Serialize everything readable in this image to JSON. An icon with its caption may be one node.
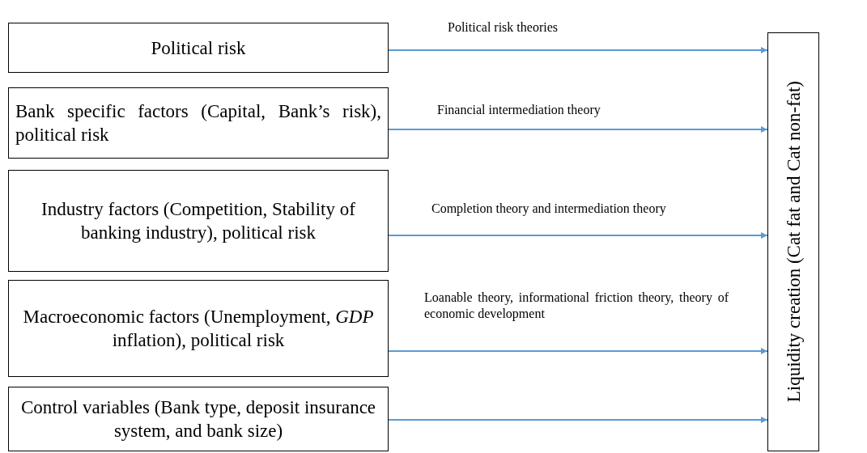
{
  "diagram": {
    "nodes": [
      {
        "text": [
          "Political risk"
        ]
      },
      {
        "text": [
          "Bank specific factors (Capital, Bank’s risk), political risk"
        ]
      },
      {
        "text": [
          "Industry factors (Competition, Stability of banking industry), political risk"
        ]
      },
      {
        "text": [
          "Macroeconomic factors (Unemployment, *GDP* inflation), political risk"
        ]
      },
      {
        "text": [
          "Control variables (Bank type, deposit insurance system, and bank size)"
        ]
      },
      {
        "text": [
          "Liquidity creation (Cat fat and Cat non-fat)"
        ]
      }
    ],
    "edges": [
      {
        "from": 0,
        "to": 5,
        "arrow": "to",
        "label": "Political risk theories"
      },
      {
        "from": 1,
        "to": 5,
        "arrow": "to",
        "label": "Financial intermediation theory"
      },
      {
        "from": 2,
        "to": 5,
        "arrow": "to",
        "label": "Completion theory and intermediation theory"
      },
      {
        "from": 3,
        "to": 5,
        "arrow": "to",
        "label": "Loanable theory, informational friction theory, theory of economic development"
      },
      {
        "from": 4,
        "to": 5,
        "arrow": "to"
      }
    ]
  }
}
